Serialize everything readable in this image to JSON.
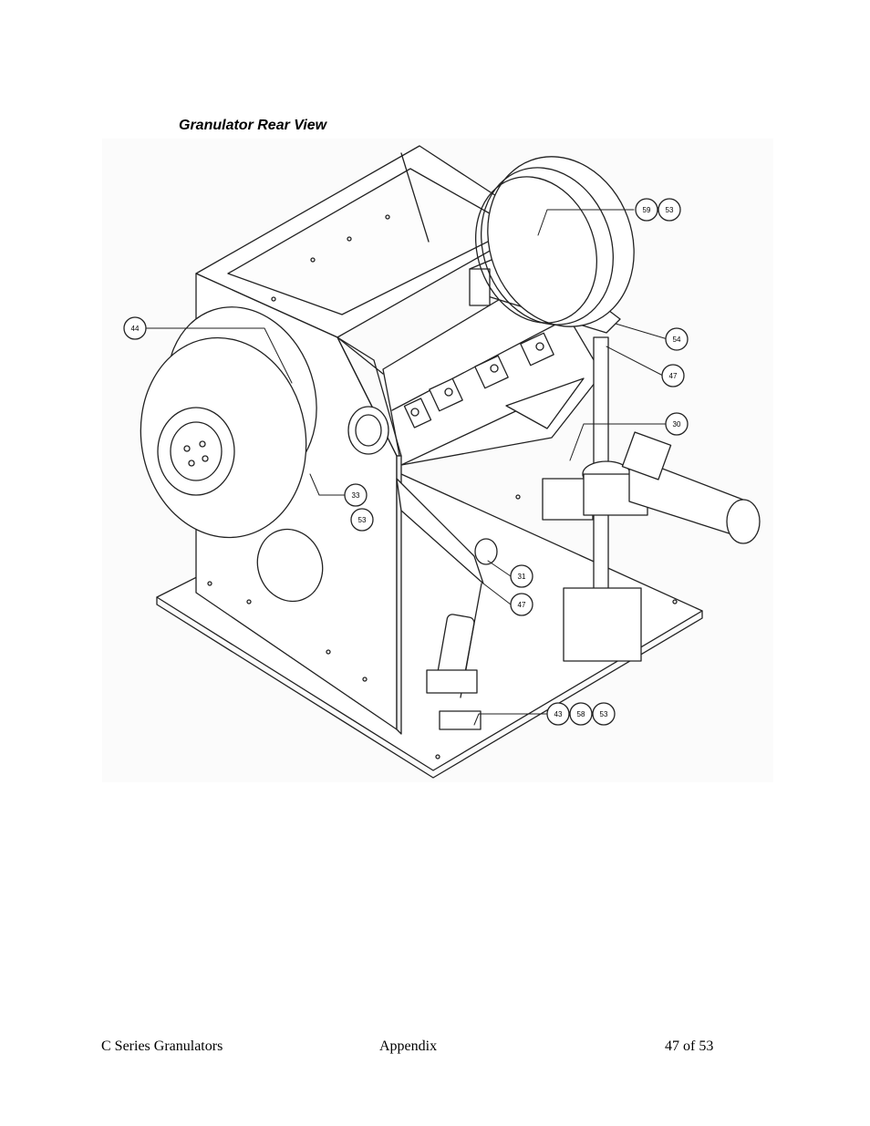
{
  "figure": {
    "title": "Granulator Rear View",
    "callouts": [
      "59",
      "53",
      "54",
      "47",
      "30",
      "44",
      "33",
      "53",
      "31",
      "47",
      "43",
      "58",
      "53"
    ]
  },
  "footer": {
    "left": "C Series Granulators",
    "center": "Appendix",
    "right": "47 of 53"
  }
}
